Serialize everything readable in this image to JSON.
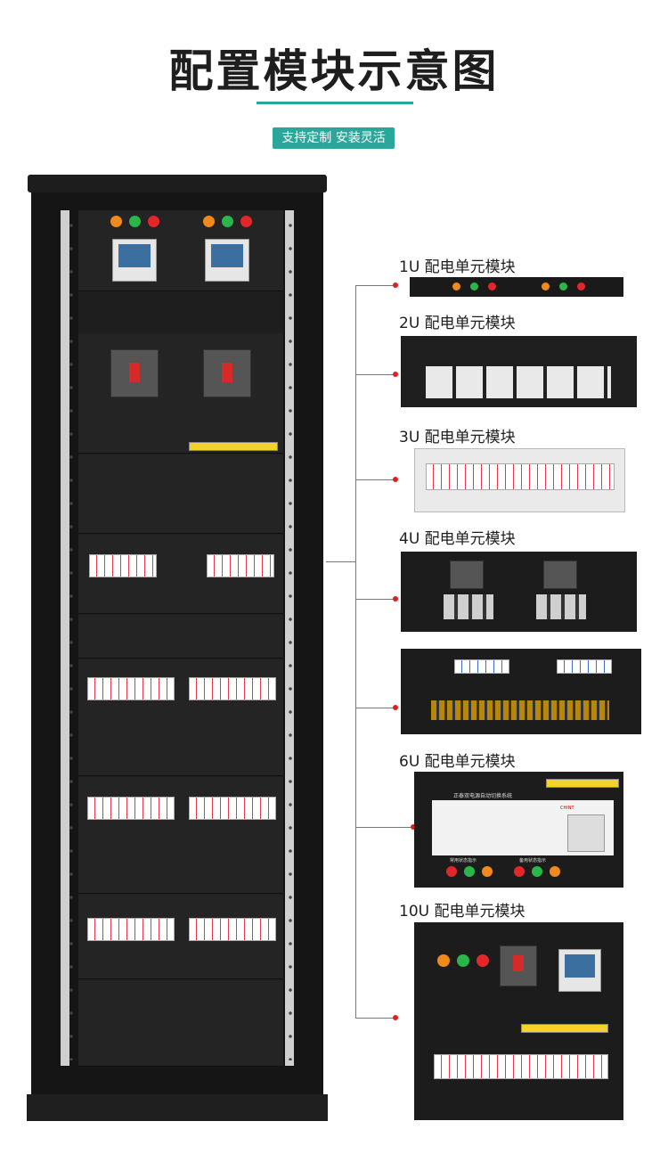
{
  "header": {
    "title": "配置模块示意图",
    "badge": "支持定制 安装灵活"
  },
  "modules": [
    {
      "label": "1U 配电单元模块"
    },
    {
      "label": "2U 配电单元模块"
    },
    {
      "label": "3U 配电单元模块"
    },
    {
      "label": "4U 配电单元模块"
    },
    {
      "label": "6U 配电单元模块"
    },
    {
      "label": "10U 配电单元模块"
    }
  ],
  "module_text": {
    "ats_title": "正泰双电源自动切换系统",
    "ats_brand": "CHINT",
    "common_status": "常用状态指示",
    "backup_status": "备用状态指示"
  },
  "colors": {
    "accent": "#2aa79b",
    "cabinet": "#151515",
    "pointer_dot": "#e01f1f",
    "lamp_orange": "#f08a1c",
    "lamp_green": "#2bb64a",
    "lamp_red": "#e3262a"
  }
}
